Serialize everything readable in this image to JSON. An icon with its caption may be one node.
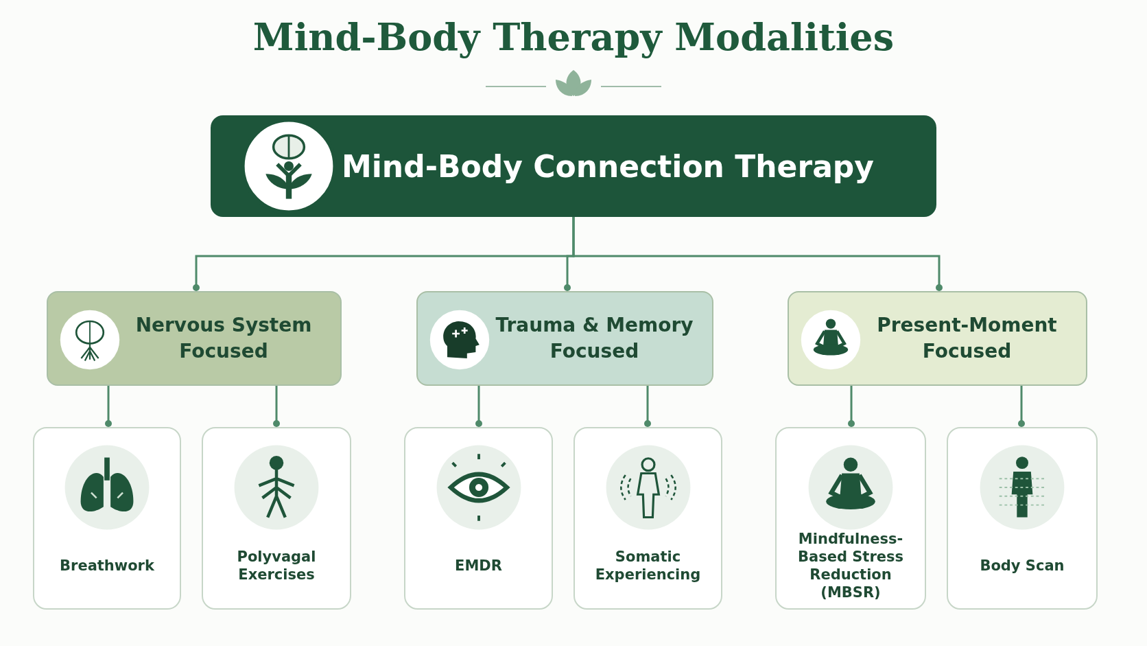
{
  "diagram": {
    "title": "Mind-Body Therapy Modalities",
    "nodes": [
      {
        "text": [
          "Mind-Body Connection Therapy"
        ]
      },
      {
        "text": [
          "Nervous System Focused"
        ]
      },
      {
        "text": [
          "Trauma & Memory Focused"
        ]
      },
      {
        "text": [
          "Present-Moment Focused"
        ]
      },
      {
        "text": [
          "Breathwork"
        ]
      },
      {
        "text": [
          "Polyvagal Exercises"
        ]
      },
      {
        "text": [
          "EMDR"
        ]
      },
      {
        "text": [
          "Somatic Experiencing"
        ]
      },
      {
        "text": [
          "Mindfulness-Based Stress Reduction (MBSR)"
        ]
      },
      {
        "text": [
          "Body Scan"
        ]
      }
    ],
    "edges": [
      {
        "from": 0,
        "to": 1,
        "arrow": "other"
      },
      {
        "from": 0,
        "to": 2,
        "arrow": "other"
      },
      {
        "from": 0,
        "to": 3,
        "arrow": "other"
      },
      {
        "from": 1,
        "to": 4,
        "arrow": "other"
      },
      {
        "from": 1,
        "to": 5,
        "arrow": "other"
      },
      {
        "from": 2,
        "to": 6,
        "arrow": "other"
      },
      {
        "from": 2,
        "to": 7,
        "arrow": "other"
      },
      {
        "from": 3,
        "to": 8,
        "arrow": "other"
      },
      {
        "from": 3,
        "to": 9,
        "arrow": "other"
      }
    ]
  }
}
